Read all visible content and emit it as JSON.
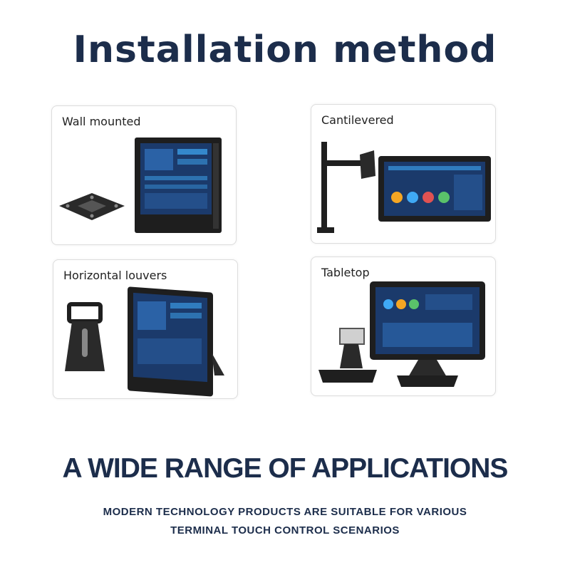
{
  "page": {
    "title": "Installation method",
    "headline": "A WIDE RANGE OF APPLICATIONS",
    "subtitle_line1": "MODERN TECHNOLOGY PRODUCTS ARE SUITABLE FOR VARIOUS",
    "subtitle_line2": "TERMINAL TOUCH CONTROL SCENARIOS"
  },
  "cards": [
    {
      "label": "Wall mounted"
    },
    {
      "label": "Cantilevered"
    },
    {
      "label": "Horizontal louvers"
    },
    {
      "label": "Tabletop"
    }
  ],
  "colors": {
    "title": "#1c2d4b",
    "screen": "#1b3a6b",
    "bezel": "#1e1e1e",
    "accent": "#3fa9f5"
  }
}
